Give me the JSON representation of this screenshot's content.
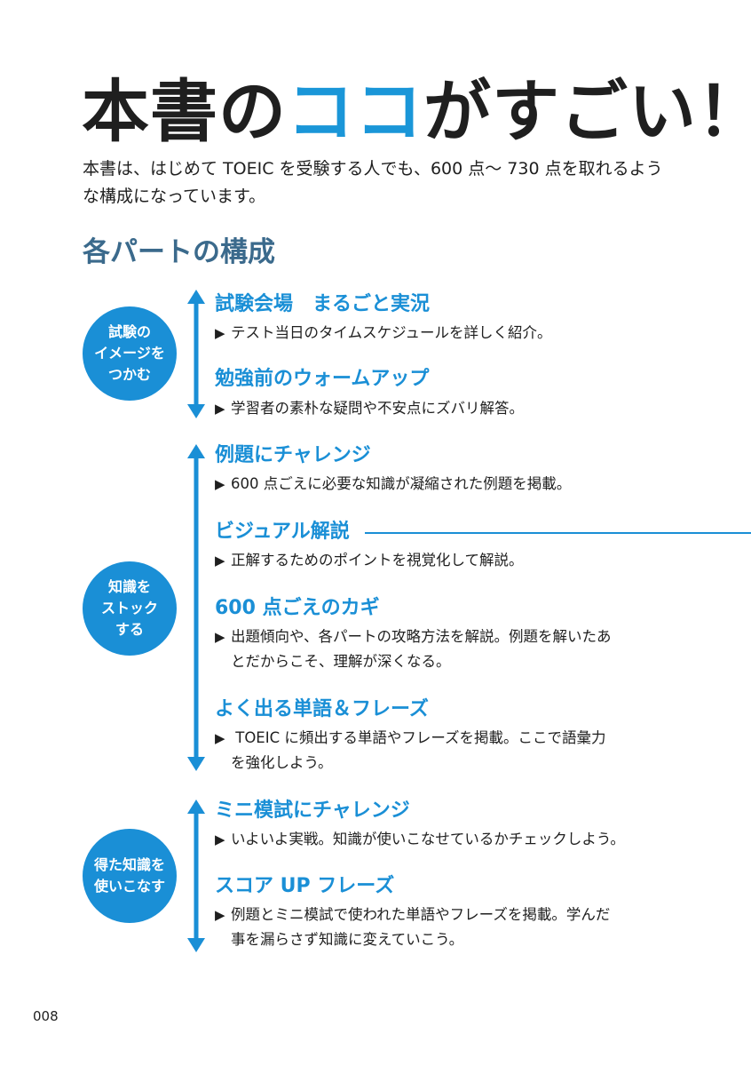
{
  "headline": {
    "part1": "本書の",
    "accent": "ココ",
    "part2": "がすごい！"
  },
  "intro": "本書は、はじめて TOEIC を受験する人でも、600 点〜 730 点を取れるような構成になっています。",
  "section_heading": "各パートの構成",
  "groups": [
    {
      "label": "試験の\nイメージを\nつかむ",
      "items": [
        {
          "title": "試験会場　まるごと実況",
          "desc": "テスト当日のタイムスケジュールを詳しく紹介。",
          "desc_cont": ""
        },
        {
          "title": "勉強前のウォームアップ",
          "desc": "学習者の素朴な疑問や不安点にズバリ解答。",
          "desc_cont": ""
        }
      ]
    },
    {
      "label": "知識を\nストック\nする",
      "items": [
        {
          "title": "例題にチャレンジ",
          "desc": "600 点ごえに必要な知識が凝縮された例題を掲載。",
          "desc_cont": ""
        },
        {
          "title": "ビジュアル解説",
          "desc": "正解するためのポイントを視覚化して解説。",
          "desc_cont": ""
        },
        {
          "title": "600 点ごえのカギ",
          "desc": "出題傾向や、各パートの攻略方法を解説。例題を解いたあ",
          "desc_cont": "とだからこそ、理解が深くなる。"
        },
        {
          "title": "よく出る単語＆フレーズ",
          "desc": " TOEIC に頻出する単語やフレーズを掲載。ここで語彙力",
          "desc_cont": "を強化しよう。"
        }
      ]
    },
    {
      "label": "得た知識を\n使いこなす",
      "items": [
        {
          "title": "ミニ模試にチャレンジ",
          "desc": "いよいよ実戦。知識が使いこなせているかチェックしよう。",
          "desc_cont": ""
        },
        {
          "title": "スコア UP フレーズ",
          "desc": "例題とミニ模試で使われた単語やフレーズを掲載。学んだ",
          "desc_cont": "事を漏らさず知識に変えていこう。"
        }
      ]
    }
  ],
  "bullet_glyph": "▶",
  "page_number": "008",
  "colors": {
    "accent_blue": "#1a8fd6",
    "heading_slate": "#3b6a8c",
    "text": "#1f1f1f"
  }
}
